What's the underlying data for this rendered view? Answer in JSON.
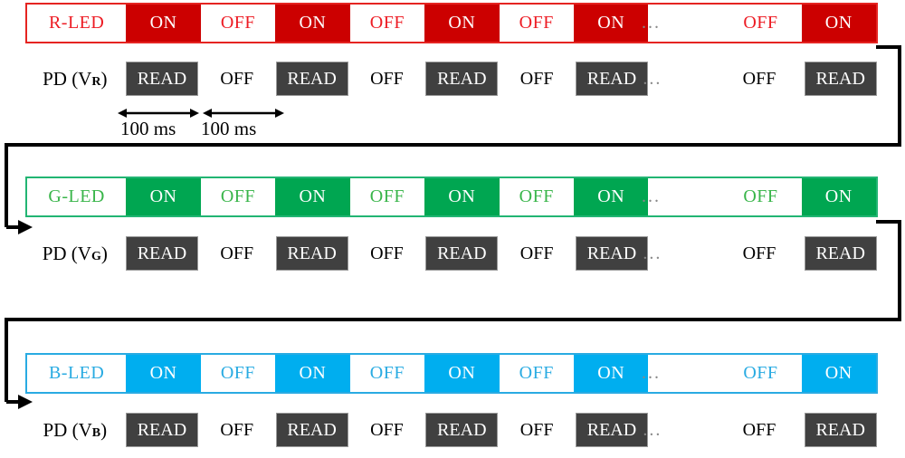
{
  "diagram": {
    "title": "RGB LED time-multiplexed readout timing diagram",
    "colors": {
      "red": "#cc0000",
      "red_border": "#e52421",
      "green": "#00a651",
      "green_border": "#22b573",
      "blue": "#00aeef",
      "blue_border": "#29abe2",
      "read_box": "#404040",
      "wire": "#000000"
    },
    "ellipsis": "...",
    "timing": {
      "first_label": "100 ms",
      "second_label": "100 ms"
    },
    "rows": [
      {
        "id": "red",
        "led_label": "R-LED",
        "pd_label_prefix": "PD (V",
        "pd_label_sub": "R",
        "pd_label_suffix": ")",
        "led_cells": [
          {
            "text": "ON",
            "state": "on"
          },
          {
            "text": "OFF",
            "state": "off"
          },
          {
            "text": "ON",
            "state": "on"
          },
          {
            "text": "OFF",
            "state": "off"
          },
          {
            "text": "ON",
            "state": "on"
          },
          {
            "text": "OFF",
            "state": "off"
          },
          {
            "text": "ON",
            "state": "on"
          },
          {
            "text": "OFF",
            "state": "off",
            "wide": true
          },
          {
            "text": "ON",
            "state": "on"
          }
        ],
        "pd_cells": [
          {
            "text": "READ",
            "state": "read"
          },
          {
            "text": "OFF",
            "state": "off"
          },
          {
            "text": "READ",
            "state": "read"
          },
          {
            "text": "OFF",
            "state": "off"
          },
          {
            "text": "READ",
            "state": "read"
          },
          {
            "text": "OFF",
            "state": "off"
          },
          {
            "text": "READ",
            "state": "read"
          },
          {
            "text": "OFF",
            "state": "off",
            "wide": true
          },
          {
            "text": "READ",
            "state": "read"
          }
        ]
      },
      {
        "id": "green",
        "led_label": "G-LED",
        "pd_label_prefix": "PD (V",
        "pd_label_sub": "G",
        "pd_label_suffix": ")",
        "led_cells": [
          {
            "text": "ON",
            "state": "on"
          },
          {
            "text": "OFF",
            "state": "off"
          },
          {
            "text": "ON",
            "state": "on"
          },
          {
            "text": "OFF",
            "state": "off"
          },
          {
            "text": "ON",
            "state": "on"
          },
          {
            "text": "OFF",
            "state": "off"
          },
          {
            "text": "ON",
            "state": "on"
          },
          {
            "text": "OFF",
            "state": "off",
            "wide": true
          },
          {
            "text": "ON",
            "state": "on"
          }
        ],
        "pd_cells": [
          {
            "text": "READ",
            "state": "read"
          },
          {
            "text": "OFF",
            "state": "off"
          },
          {
            "text": "READ",
            "state": "read"
          },
          {
            "text": "OFF",
            "state": "off"
          },
          {
            "text": "READ",
            "state": "read"
          },
          {
            "text": "OFF",
            "state": "off"
          },
          {
            "text": "READ",
            "state": "read"
          },
          {
            "text": "OFF",
            "state": "off",
            "wide": true
          },
          {
            "text": "READ",
            "state": "read"
          }
        ]
      },
      {
        "id": "blue",
        "led_label": "B-LED",
        "pd_label_prefix": "PD (V",
        "pd_label_sub": "B",
        "pd_label_suffix": ")",
        "led_cells": [
          {
            "text": "ON",
            "state": "on"
          },
          {
            "text": "OFF",
            "state": "off"
          },
          {
            "text": "ON",
            "state": "on"
          },
          {
            "text": "OFF",
            "state": "off"
          },
          {
            "text": "ON",
            "state": "on"
          },
          {
            "text": "OFF",
            "state": "off"
          },
          {
            "text": "ON",
            "state": "on"
          },
          {
            "text": "OFF",
            "state": "off",
            "wide": true
          },
          {
            "text": "ON",
            "state": "on"
          }
        ],
        "pd_cells": [
          {
            "text": "READ",
            "state": "read"
          },
          {
            "text": "OFF",
            "state": "off"
          },
          {
            "text": "READ",
            "state": "read"
          },
          {
            "text": "OFF",
            "state": "off"
          },
          {
            "text": "READ",
            "state": "read"
          },
          {
            "text": "OFF",
            "state": "off"
          },
          {
            "text": "READ",
            "state": "read"
          },
          {
            "text": "OFF",
            "state": "off",
            "wide": true
          },
          {
            "text": "READ",
            "state": "read"
          }
        ]
      }
    ]
  }
}
